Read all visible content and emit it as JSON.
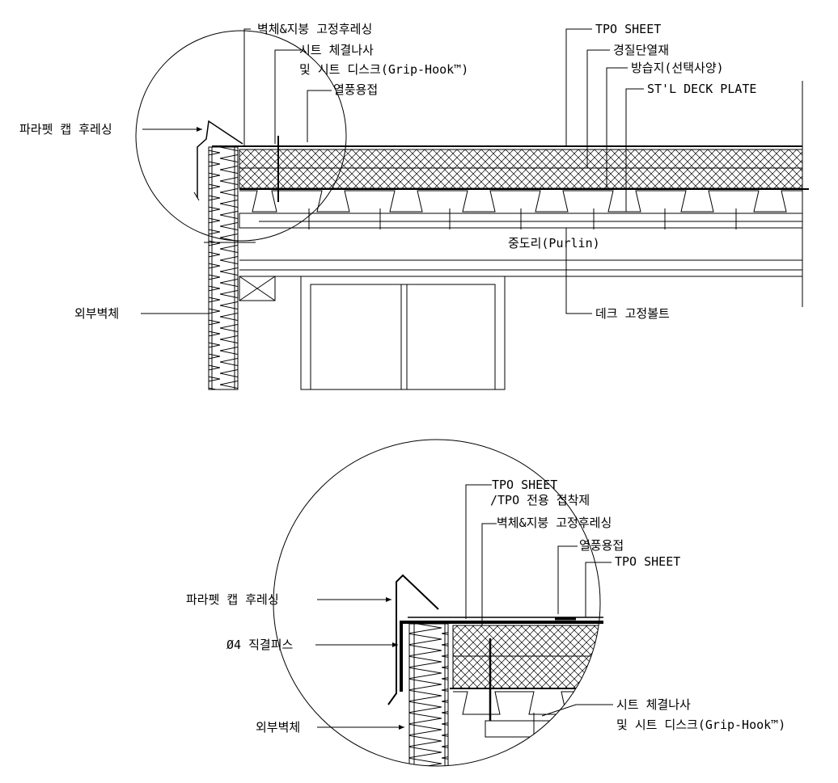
{
  "top_detail": {
    "labels": {
      "wall_roof_flashing": "벽체&지붕 고정후레싱",
      "sheet_screw_1": "시트 체결나사",
      "sheet_screw_2": "및 시트 디스크(Grip-Hook™)",
      "hot_air_weld": "열풍용접",
      "parapet_cap": "파라펫 캡 후레싱",
      "tpo_sheet": "TPO SHEET",
      "rigid_insulation": "경질단열재",
      "vapor_barrier": "방습지(선택사양)",
      "deck_plate": "ST'L DECK PLATE",
      "purlin": "중도리(Purlin)",
      "exterior_wall": "외부벽체",
      "deck_bolt": "데크 고정볼트"
    }
  },
  "bottom_detail": {
    "labels": {
      "tpo_sheet_1": "TPO SHEET",
      "tpo_adhesive": "/TPO 전용 접착제",
      "wall_roof_flashing": "벽체&지붕 고정후레싱",
      "hot_air_weld": "열풍용접",
      "tpo_sheet_2": "TPO SHEET",
      "parapet_cap": "파라펫 캡 후레싱",
      "direct_screw": "Ø4 직결피스",
      "sheet_screw_1": "시트 체결나사",
      "sheet_screw_2": "및 시트 디스크(Grip-Hook™)",
      "exterior_wall": "외부벽체"
    }
  }
}
